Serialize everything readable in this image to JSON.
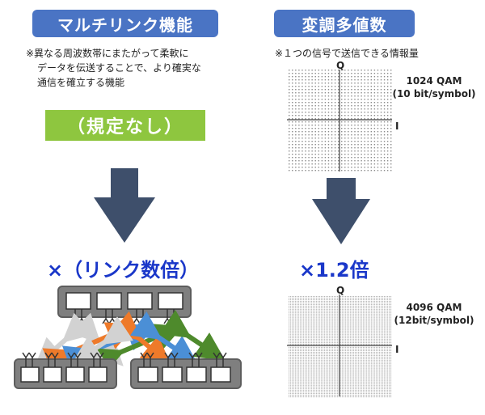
{
  "left": {
    "title": "マルチリンク機能",
    "note": [
      "※異なる周波数帯にまたがって柔軟に",
      "データを伝送することで、より確実な",
      "通信を確立する機能"
    ],
    "badge": "（規定なし）",
    "result": "×（リンク数倍）"
  },
  "right": {
    "title": "変調多値数",
    "note": "※１つの信号で送信できる情報量",
    "top_label": [
      "1024 QAM",
      "(10 bit/symbol)"
    ],
    "result": "×1.2倍",
    "bottom_label": [
      "4096 QAM",
      "(12bit/symbol)"
    ],
    "axis_q": "Q",
    "axis_i": "I"
  },
  "colors": {
    "pill": "#4a74c4",
    "green": "#8ec63f",
    "arrow": "#3e4f6b",
    "accent_text": "#1a37c9"
  }
}
